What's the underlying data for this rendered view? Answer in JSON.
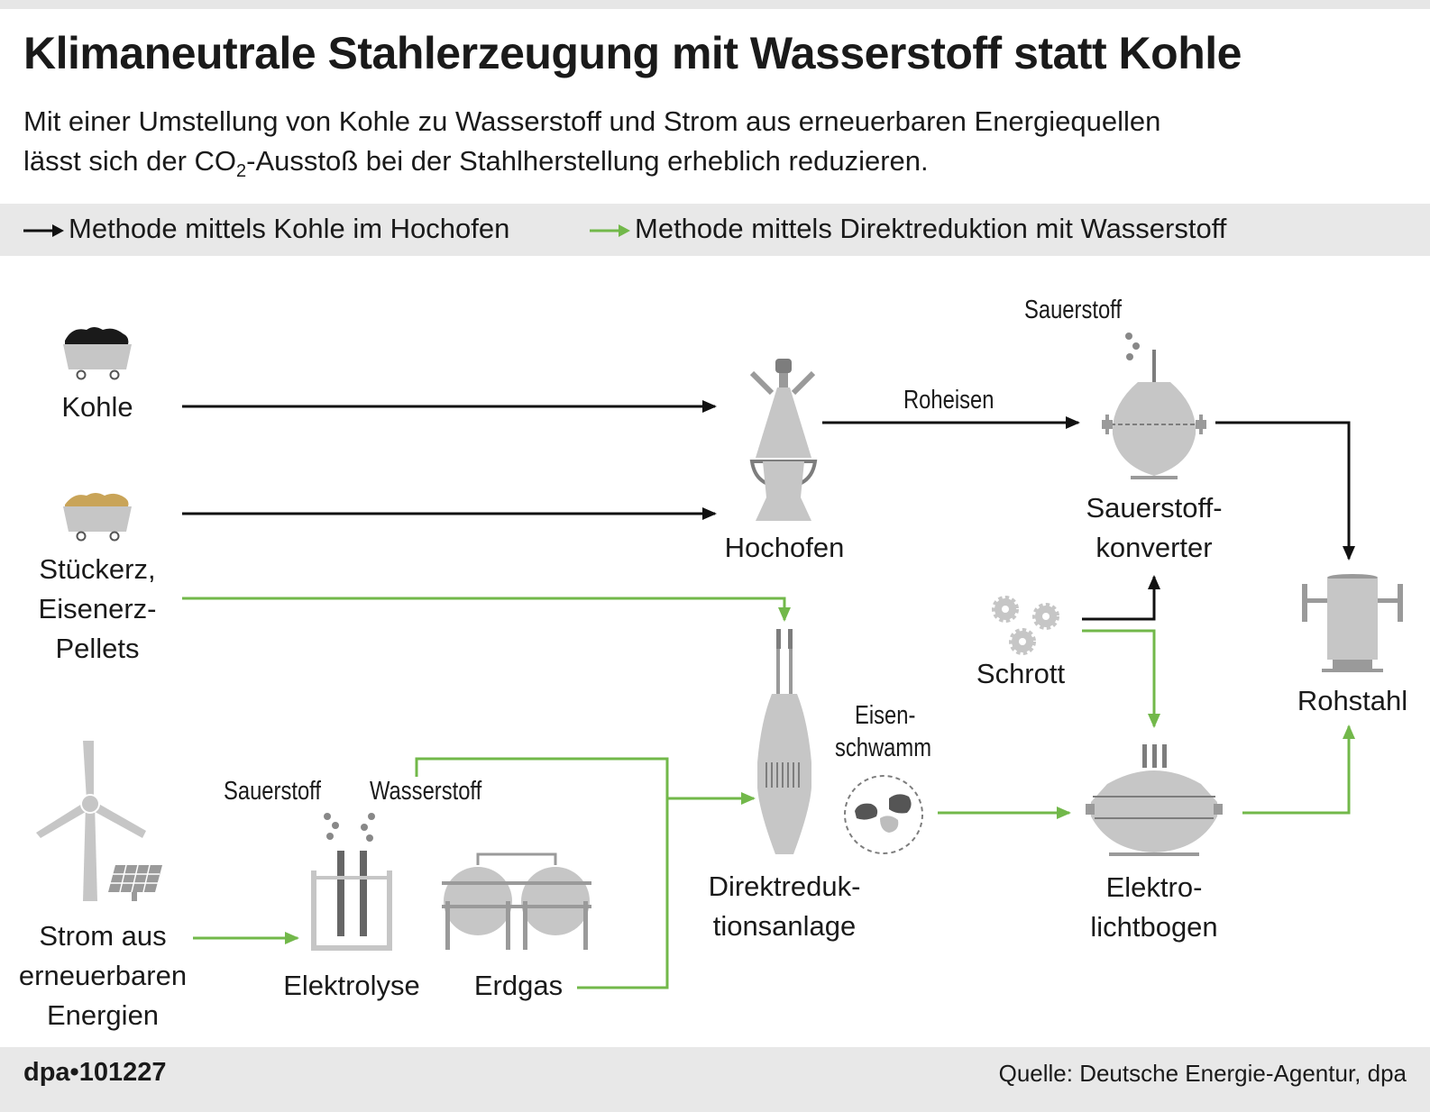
{
  "title": "Klimaneutrale Stahlerzeugung mit Wasserstoff statt Kohle",
  "subtitle": {
    "line1": "Mit einer Umstellung von Kohle zu Wasserstoff und Strom aus erneuerbaren Energiequellen",
    "line2_pre": "lässt sich der CO",
    "line2_sub": "2",
    "line2_post": "-Ausstoß bei der Stahlherstellung erheblich reduzieren."
  },
  "legend": {
    "coal_method": "Methode mittels Kohle im Hochofen",
    "hydrogen_method": "Methode mittels Direktreduktion mit Wasserstoff"
  },
  "colors": {
    "coal_arrow": "#111111",
    "hydrogen_arrow": "#72b84a",
    "equipment": "#c6c6c6",
    "equipment_dark": "#7d7d7d",
    "band": "#e8e8e8",
    "coal": "#1a1a1a",
    "ore": "#c9a458"
  },
  "nodes": {
    "kohle": "Kohle",
    "stueckerz": [
      "Stückerz,",
      "Eisenerz-",
      "Pellets"
    ],
    "strom": [
      "Strom aus",
      "erneuerbaren",
      "Energien"
    ],
    "elektrolyse": "Elektrolyse",
    "erdgas": "Erdgas",
    "hochofen": "Hochofen",
    "direktreduktion": [
      "Direktreduk-",
      "tionsanlage"
    ],
    "sauerstoffkonverter": [
      "Sauerstoff-",
      "konverter"
    ],
    "schrott": "Schrott",
    "elektrolichtbogen": [
      "Elektro-",
      "lichtbogen"
    ],
    "rohstahl": "Rohstahl"
  },
  "annotations": {
    "roheisen": "Roheisen",
    "sauerstoff_converter": "Sauerstoff",
    "sauerstoff_electrolysis": "Sauerstoff",
    "wasserstoff": "Wasserstoff",
    "eisenschwamm": [
      "Eisen-",
      "schwamm"
    ]
  },
  "icons": {
    "coal": "coal-cart-icon",
    "ore": "ore-cart-icon",
    "renewables": "wind-turbine-solar-icon",
    "electrolysis": "electrolysis-cell-icon",
    "gas": "gas-tank-icon",
    "blast_furnace": "blast-furnace-icon",
    "direct_reduction": "direct-reduction-plant-icon",
    "converter": "oxygen-converter-icon",
    "scrap": "scrap-gears-icon",
    "sponge_iron": "sponge-iron-icon",
    "arc_furnace": "electric-arc-furnace-icon",
    "crude_steel": "crude-steel-icon"
  },
  "footer": {
    "id": "dpa•101227",
    "source": "Quelle: Deutsche Energie-Agentur, dpa"
  }
}
